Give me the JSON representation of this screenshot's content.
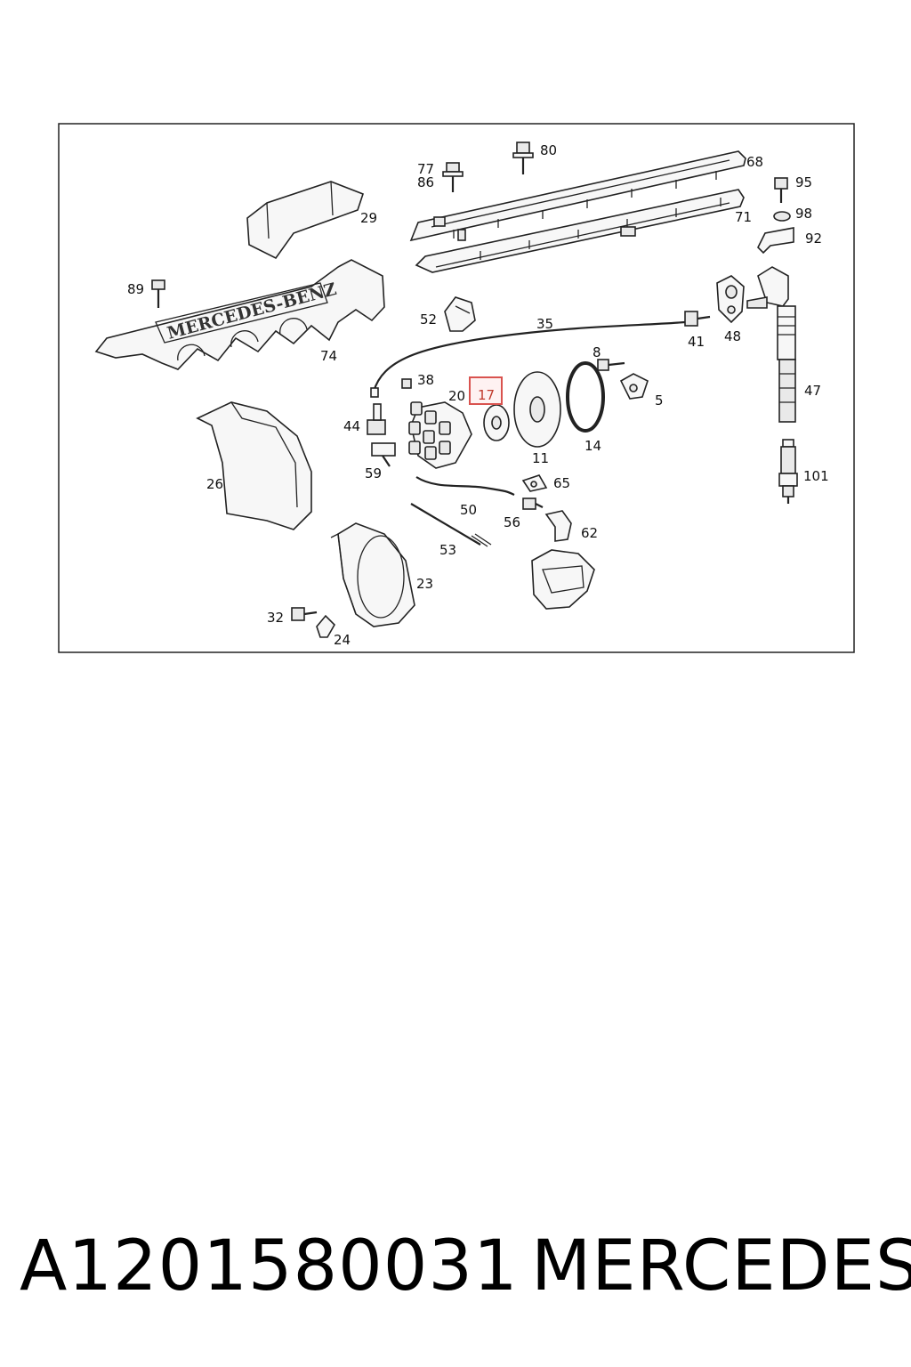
{
  "diagram": {
    "cover_text": "MERCEDES-BENZ",
    "highlight_color": "#d9534f",
    "highlighted_callout": "17",
    "callouts": [
      "80",
      "77",
      "86",
      "68",
      "95",
      "98",
      "92",
      "71",
      "29",
      "89",
      "52",
      "35",
      "41",
      "48",
      "74",
      "8",
      "38",
      "20",
      "17",
      "5",
      "47",
      "44",
      "14",
      "11",
      "101",
      "26",
      "59",
      "65",
      "50",
      "56",
      "62",
      "53",
      "23",
      "32",
      "24"
    ]
  },
  "footer": {
    "part_number": "A1201580031",
    "brand": "MERCEDES"
  }
}
